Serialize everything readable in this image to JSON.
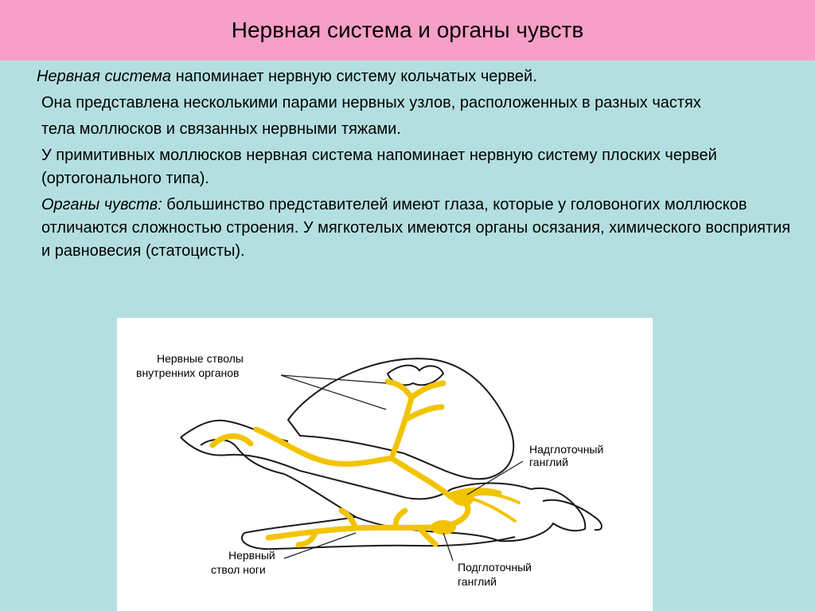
{
  "title": "Нервная система и органы чувств",
  "paragraphs": [
    {
      "lead": "Нервная система",
      "text": " напоминает нервную систему кольчатых червей."
    },
    {
      "lead": "",
      "text": "Она представлена несколькими парами нервных узлов, расположенных в разных частях"
    },
    {
      "lead": "",
      "text": "тела моллюсков и связанных нервными тяжами."
    },
    {
      "lead": "",
      "text": "У примитивных моллюсков нервная система напоминает нервную систему плоских червей (ортогонального типа)."
    },
    {
      "lead": "Органы чувств:",
      "text": " большинство представителей имеют глаза, которые у головоногих моллюсков отличаются сложностью строения. У мягкотелых имеются органы осязания, химического восприятия и равновесия (статоцисты)."
    }
  ],
  "figure": {
    "labels": {
      "visceral_nerves_1": "Нервные стволы",
      "visceral_nerves_2": "внутренних органов",
      "supra_1": "Надглоточный",
      "supra_2": "ганглий",
      "foot_1": "Нервный",
      "foot_2": "ствол ноги",
      "sub_1": "Подглоточный",
      "sub_2": "ганглий"
    },
    "colors": {
      "nerve": "#f2c400",
      "outline": "#1a1a1a",
      "background": "#ffffff"
    }
  },
  "colors": {
    "title_bar": "#f79fc8",
    "slide_background": "#b4dfe0"
  }
}
